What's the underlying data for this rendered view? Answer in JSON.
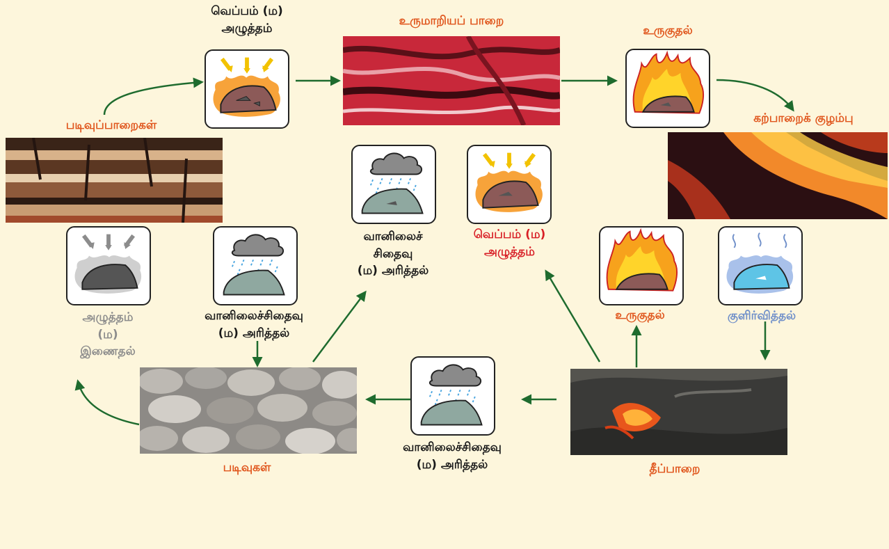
{
  "labels": {
    "metamorphic_rock": "உருமாறியப் பாறை",
    "melting_top": "உருகுதல்",
    "magma": "கற்பாறைக் குழம்பு",
    "sedimentary_rocks": "படிவுப்பாறைகள்",
    "heat_pressure_top_1": "வெப்பம் (ம)",
    "heat_pressure_top_2": "அழுத்தம்",
    "weathering_center_1": "வானிலைச்",
    "weathering_center_2": "சிதைவு",
    "weathering_center_3": "(ம) அரித்தல்",
    "heat_pressure_center_1": "வெப்பம் (ம)",
    "heat_pressure_center_2": "அழுத்தம்",
    "compaction_1": "அழுத்தம்",
    "compaction_2": "(ம)",
    "compaction_3": "இணைதல்",
    "weathering_left_1": "வானிலைச்சிதைவு",
    "weathering_left_2": "(ம) அரித்தல்",
    "melting_right": "உருகுதல்",
    "cooling": "குளிர்வித்தல்",
    "weathering_bottom_1": "வானிலைச்சிதைவு",
    "weathering_bottom_2": "(ம) அரித்தல்",
    "sediments": "படிவுகள்",
    "igneous_rock": "தீப்பாறை"
  },
  "colors": {
    "background": "#fdf6dc",
    "arrow": "#1e6b2e",
    "label_orange": "#e0561d",
    "label_red": "#d81f26",
    "label_gray": "#8c8c8c",
    "label_blue": "#6f8fc9"
  }
}
